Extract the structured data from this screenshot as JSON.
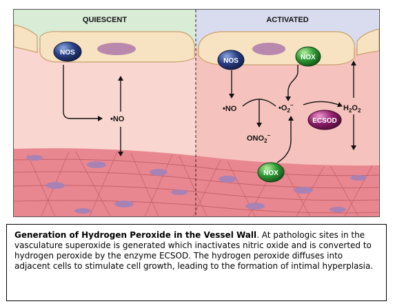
{
  "panels": {
    "left_title": "QUIESCENT",
    "right_title": "ACTIVATED"
  },
  "labels": {
    "nos_left": "NOS",
    "no_left": "•NO",
    "nos_right": "NOS",
    "nox_top": "NOX",
    "no_right": "•NO",
    "onoo": "ONO",
    "onoo_sub": "2",
    "onoo_sup": "−",
    "superoxide": "•O",
    "superoxide_sub": "2",
    "superoxide_sup": "−",
    "h2o2_h": "H",
    "h2o2_sub1": "2",
    "h2o2_o": "O",
    "h2o2_sub2": "2",
    "ecsod": "ECSOD",
    "nox_bottom": "NOX"
  },
  "caption": {
    "title": "Generation of Hydrogen Peroxide in the Vessel Wall",
    "text": ".  At pathologic sites in the vasculature superoxide is generated which inactivates nitric oxide and is converted to hydrogen peroxide by the enzyme ECSOD.  The hydrogen peroxide diffuses into adjacent cells to stimulate cell growth, leading to the formation of intimal hyperplasia."
  },
  "colors": {
    "quiescent_bg": "#d8ecd6",
    "activated_bg": "#d9dcee",
    "endothelium": "#f7e3c2",
    "nucleus": "#b988ad",
    "intima": "#f9d6cf",
    "activated_intima": "#f6c2bd",
    "smooth_muscle": "#e98790",
    "nos": "#2a3f86",
    "nox": "#2f9a35",
    "ecsod": "#8f1f6d"
  }
}
